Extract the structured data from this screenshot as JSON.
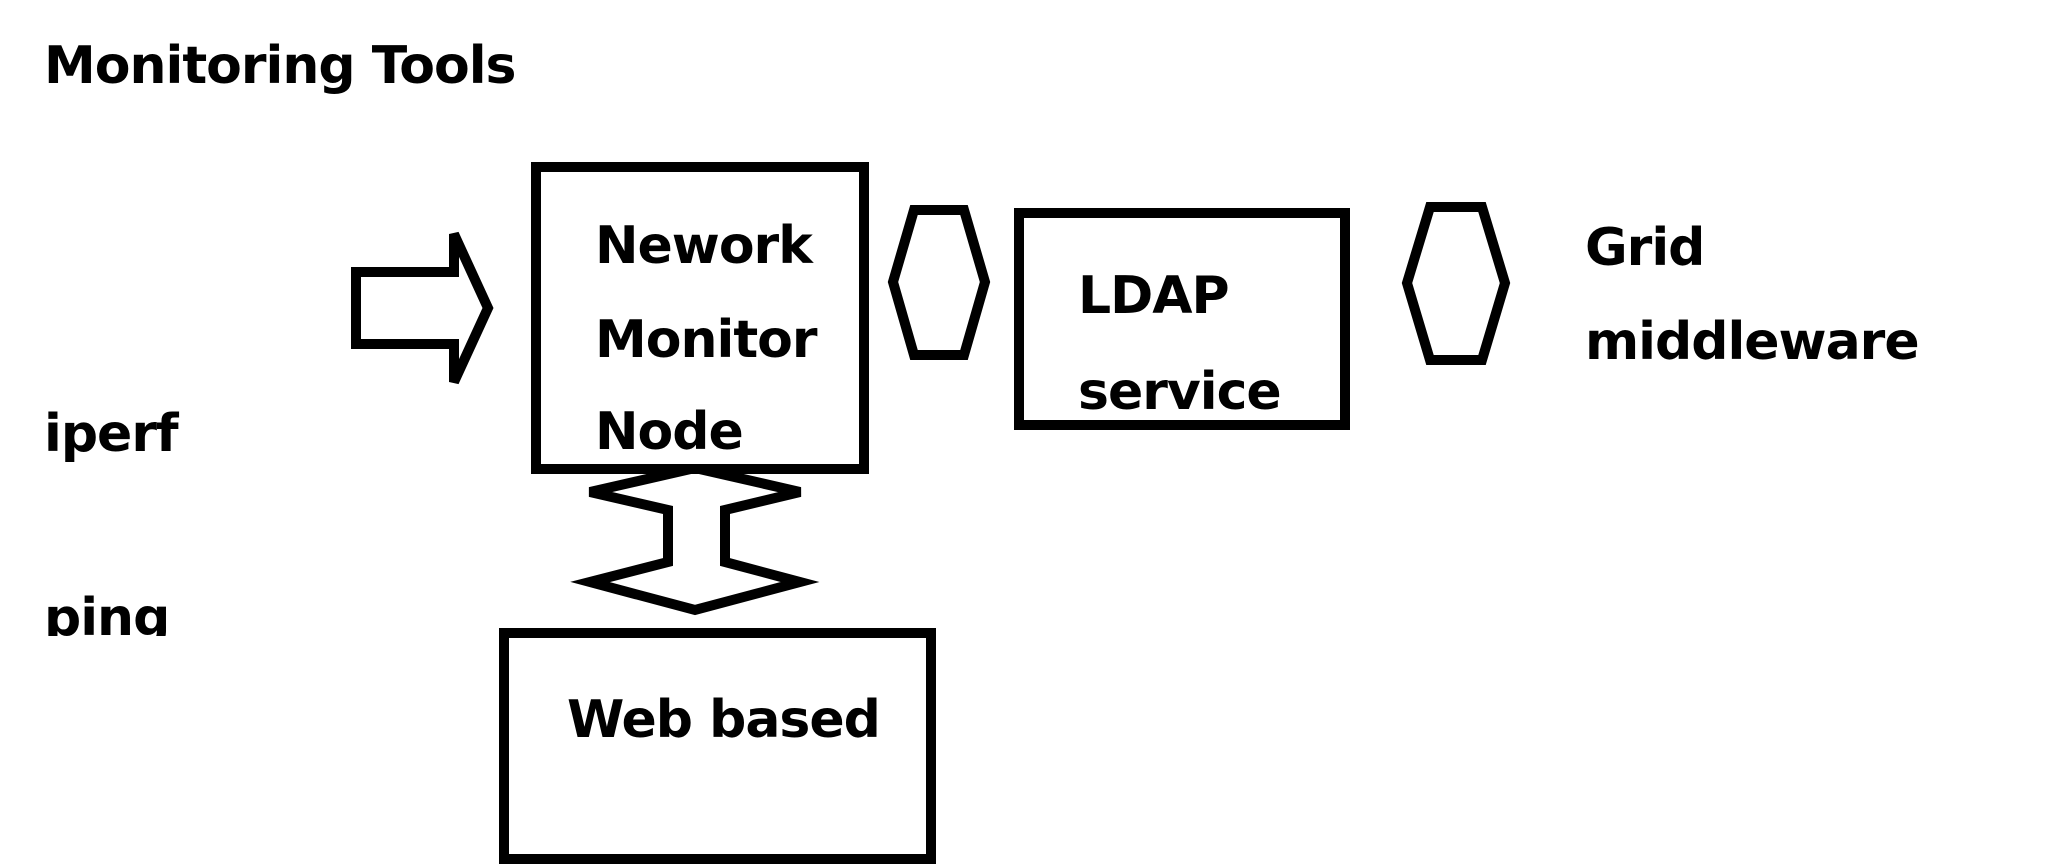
{
  "title": "Monitoring Tools",
  "tools": [
    "iperf",
    "ping"
  ],
  "nodes": {
    "monitor": {
      "lines": [
        "Nework",
        "Monitor",
        "Node"
      ]
    },
    "ldap": {
      "lines": [
        "LDAP",
        "service"
      ]
    },
    "web": {
      "lines": [
        "Web based"
      ]
    }
  },
  "grid_label": [
    "Grid",
    "middleware"
  ],
  "colors": {
    "stroke": "#000000",
    "background": "#ffffff"
  }
}
